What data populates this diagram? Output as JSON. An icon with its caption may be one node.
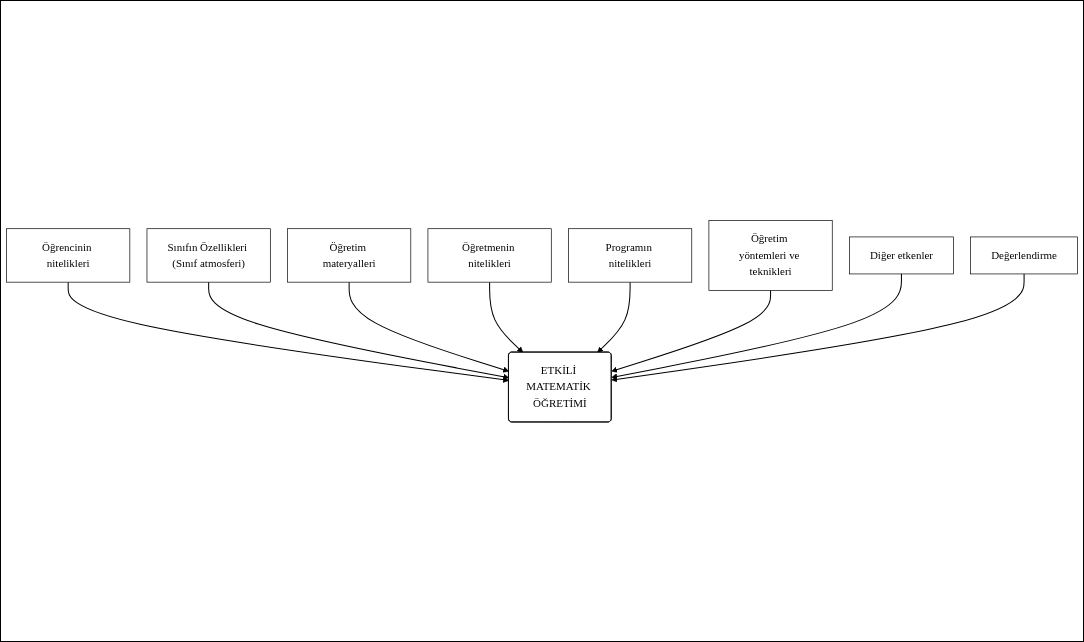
{
  "diagram": {
    "nodes": [
      {
        "text": [
          "Öğrencinin nitelikleri"
        ]
      },
      {
        "text": [
          "Sınıfın Özellikleri (Sınıf atmosferi)"
        ]
      },
      {
        "text": [
          "Öğretim materyalleri"
        ]
      },
      {
        "text": [
          "Öğretmenin nitelikleri"
        ]
      },
      {
        "text": [
          "ETKİLİ MATEMATİK ÖĞRETİMİ"
        ]
      },
      {
        "text": [
          "Programın nitelikleri"
        ]
      },
      {
        "text": [
          "Öğretim yöntemleri ve teknikleri"
        ]
      },
      {
        "text": [
          "Diğer etkenler"
        ]
      },
      {
        "text": [
          "Değerlendirme"
        ]
      }
    ],
    "edges": [
      {
        "from": 0,
        "to": 4,
        "arrow": "to"
      },
      {
        "from": 1,
        "to": 4,
        "arrow": "to"
      },
      {
        "from": 2,
        "to": 4,
        "arrow": "to"
      },
      {
        "from": 3,
        "to": 4,
        "arrow": "to"
      },
      {
        "from": 5,
        "to": 4,
        "arrow": "to"
      },
      {
        "from": 6,
        "to": 4,
        "arrow": "to"
      },
      {
        "from": 7,
        "to": 4,
        "arrow": "to"
      },
      {
        "from": 8,
        "to": 4,
        "arrow": "to"
      }
    ]
  }
}
